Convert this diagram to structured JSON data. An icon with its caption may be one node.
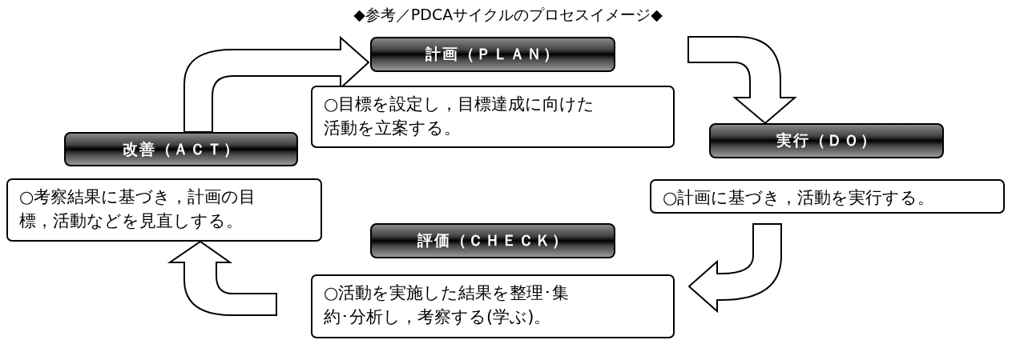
{
  "diagram": {
    "title": "◆参考／PDCAサイクルのプロセスイメージ◆",
    "nodes": [
      {
        "text": [
          "計画（ＰＬＡＮ）"
        ]
      },
      {
        "text": [
          "○目標を設定し，目標達成に向けた活動を立案する。"
        ]
      },
      {
        "text": [
          "実行（ＤＯ）"
        ]
      },
      {
        "text": [
          "○計画に基づき，活動を実行する。"
        ]
      },
      {
        "text": [
          "評価（ＣＨＥＣＫ）"
        ]
      },
      {
        "text": [
          "○活動を実施した結果を整理･集約･分析し，考察する(学ぶ)。"
        ]
      },
      {
        "text": [
          "改善（ＡＣＴ）"
        ]
      },
      {
        "text": [
          "○考察結果に基づき，計画の目標，活動などを見直しする。"
        ]
      }
    ],
    "edges": [
      {
        "from": 6,
        "to": 0,
        "arrow": "to"
      },
      {
        "from": 0,
        "to": 2,
        "arrow": "to"
      },
      {
        "from": 3,
        "to": 5,
        "arrow": "to"
      },
      {
        "from": 5,
        "to": 7,
        "arrow": "to"
      }
    ]
  }
}
